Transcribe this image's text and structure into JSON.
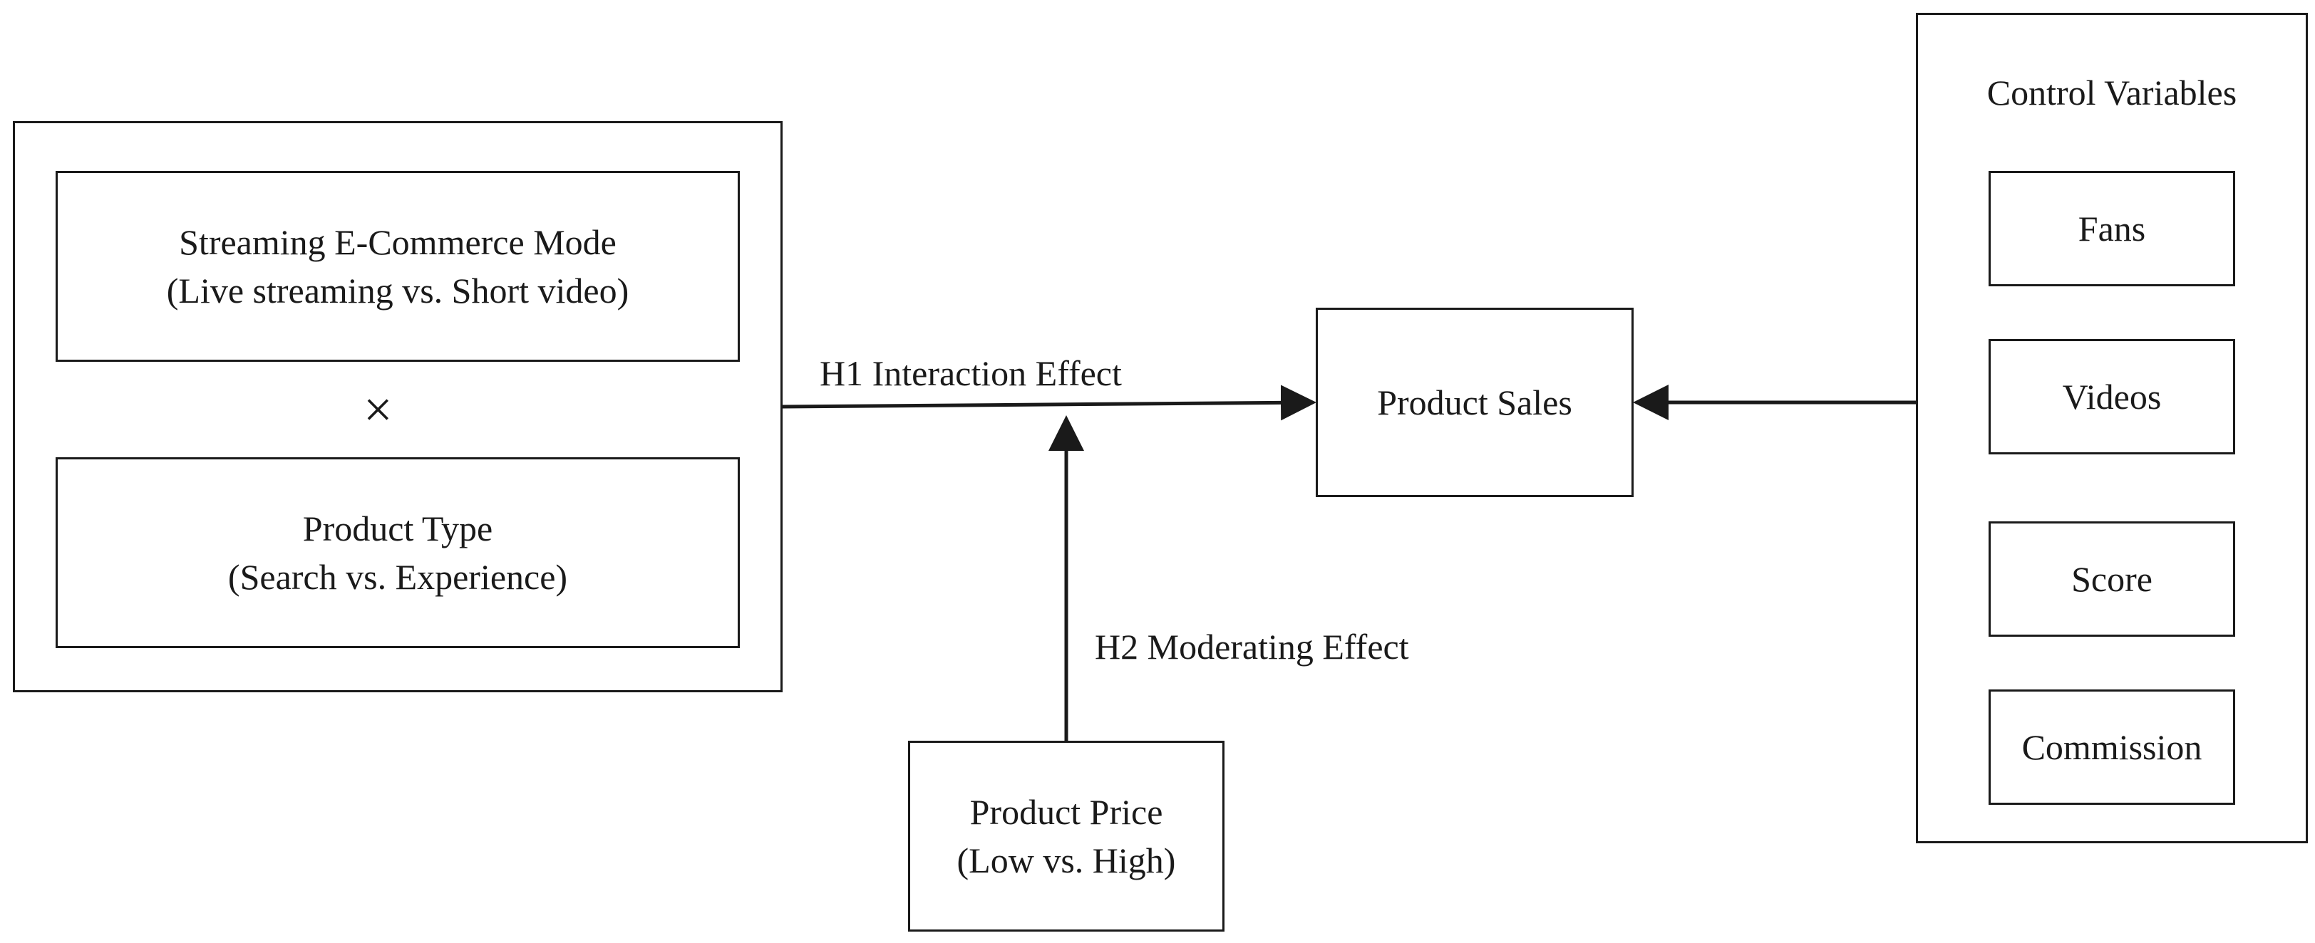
{
  "independent_variables": {
    "mode_line1": "Streaming E-Commerce Mode",
    "mode_line2": "(Live streaming vs. Short video)",
    "times_symbol": "×",
    "type_line1": "Product Type",
    "type_line2": "(Search vs. Experience)"
  },
  "h1_label": "H1  Interaction Effect",
  "h2_label": "H2  Moderating Effect",
  "outcome": "Product Sales",
  "moderator": {
    "line1": "Product Price",
    "line2": "(Low vs. High)"
  },
  "controls": {
    "title": "Control Variables",
    "items": [
      "Fans",
      "Videos",
      "Score",
      "Commission"
    ]
  }
}
